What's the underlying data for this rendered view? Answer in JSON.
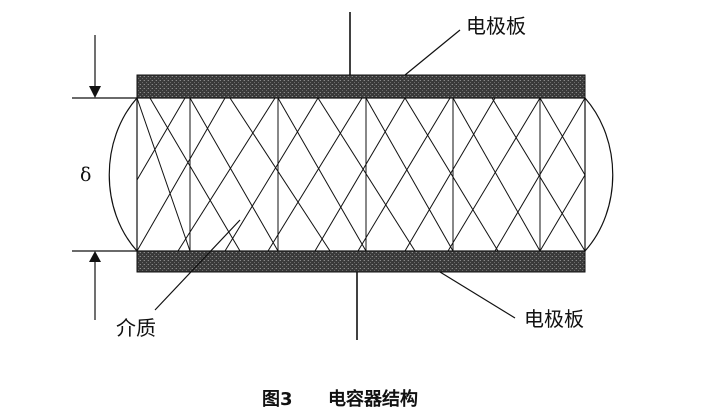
{
  "labels": {
    "top_plate": "电极板",
    "bottom_plate": "电极板",
    "dielectric": "介质",
    "gap": "δ"
  },
  "caption": {
    "figure_number": "图3",
    "title": "电容器结构"
  },
  "colors": {
    "ink": "#111111",
    "plate": "#3a3a3a",
    "background": "#ffffff"
  }
}
